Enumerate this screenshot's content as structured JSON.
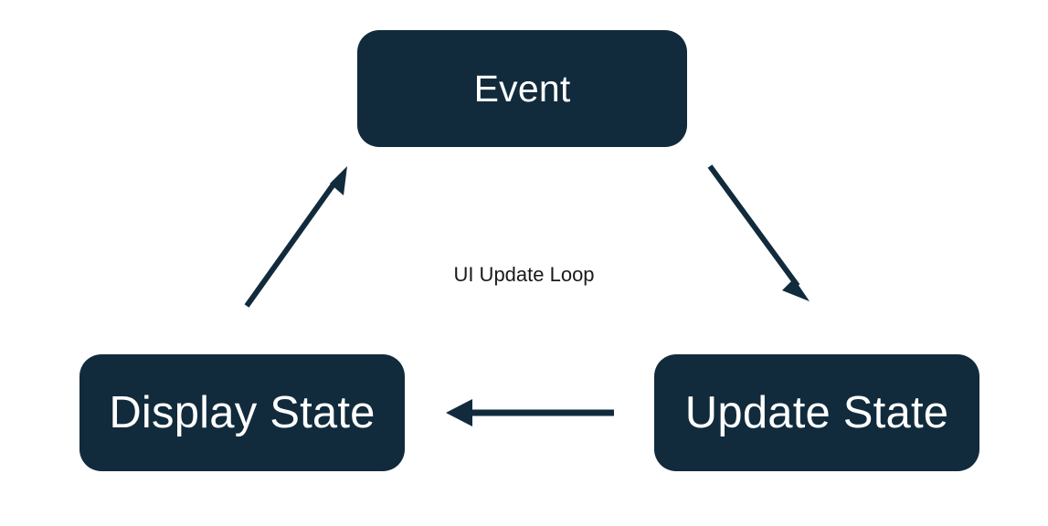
{
  "diagram": {
    "type": "cycle-flowchart",
    "background_color": "#ffffff",
    "node_fill_color": "#112b3c",
    "node_text_color": "#ffffff",
    "edge_color": "#112b3c",
    "edge_label_color": "#1a1a1a",
    "nodes": [
      {
        "id": "event",
        "label": "Event"
      },
      {
        "id": "update-state",
        "label": "Update State"
      },
      {
        "id": "display-state",
        "label": "Display State"
      }
    ],
    "edges": [
      {
        "id": "event-to-update",
        "from": "Event",
        "to": "Update State",
        "label": ""
      },
      {
        "id": "update-to-display",
        "from": "Update State",
        "to": "Display State",
        "label": ""
      },
      {
        "id": "display-to-event",
        "from": "Display State",
        "to": "Event",
        "label": ""
      }
    ],
    "center_label": "UI Update Loop"
  }
}
